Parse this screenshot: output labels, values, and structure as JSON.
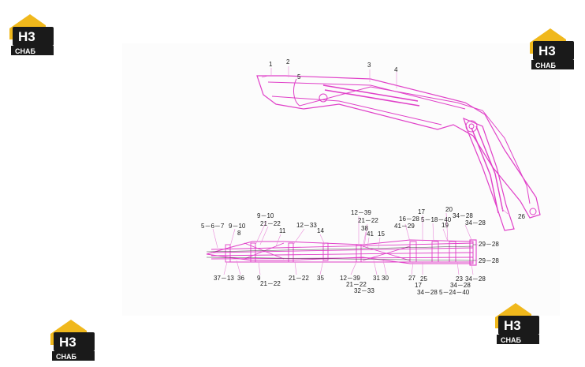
{
  "logos": [
    {
      "id": "top-left",
      "lines": [
        "H3",
        "CHAБ"
      ]
    },
    {
      "id": "top-right",
      "lines": [
        "H3",
        "CHAБ"
      ]
    },
    {
      "id": "bottom-left",
      "lines": [
        "H3",
        "CHAБ"
      ]
    },
    {
      "id": "bottom-right",
      "lines": [
        "H3",
        "CHAБ"
      ]
    }
  ],
  "colors": {
    "diagram": "#e040c8",
    "leader": "#e888d8",
    "logo_gold": "#f0b81c",
    "logo_dark": "#1a1a1a",
    "text": "#1a1a1a"
  },
  "boom_callouts": [
    "1",
    "2",
    "5",
    "3",
    "4",
    "26"
  ],
  "plan_callouts": [
    "5－6－7",
    "9－10",
    "8",
    "9－10",
    "21－22",
    "11",
    "12－33",
    "14",
    "12－39",
    "21－22",
    "16－28",
    "17",
    "5－18－40",
    "20",
    "34－28",
    "34－28",
    "38",
    "41－29",
    "19",
    "41",
    "15",
    "29－28",
    "29－28",
    "37－13",
    "36",
    "9",
    "21－22",
    "21－22",
    "35",
    "12－39",
    "21－22",
    "32－33",
    "31",
    "30",
    "27",
    "25",
    "17",
    "23",
    "34－28",
    "34－28",
    "34－28",
    "5－24－40"
  ]
}
